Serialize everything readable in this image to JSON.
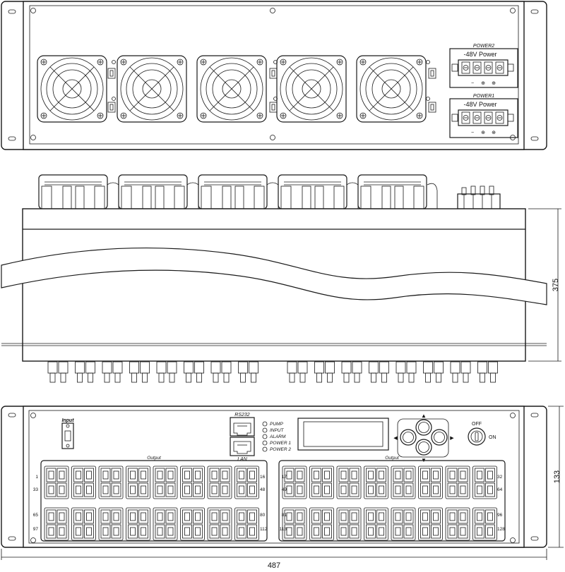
{
  "colors": {
    "line": "#1a1a1a",
    "background": "#ffffff"
  },
  "top_view": {
    "power2_label": "POWER2",
    "power2_title": "-48V Power",
    "power1_label": "POWER1",
    "power1_title": "-48V Power",
    "terminal_symbols": [
      "−",
      "⊕",
      "⊕"
    ],
    "fan_count": 5
  },
  "side_view": {
    "height_dimension": "375"
  },
  "front_view": {
    "input_label": "Input",
    "rs232_label": "RS232",
    "lan_label": "LAN",
    "leds": [
      "PUMP",
      "INPUT",
      "ALARM",
      "POWER 1",
      "POWER 2"
    ],
    "nav_arrows": {
      "up": "▲",
      "down": "▼",
      "left": "◀",
      "right": "▶"
    },
    "switch_off": "OFF",
    "switch_on": "ON",
    "output_label_left": "Output",
    "output_label_right": "Output",
    "left_row_numbers": [
      "1",
      "33",
      "65",
      "97"
    ],
    "left_row_end_numbers": [
      "16",
      "48",
      "80",
      "112"
    ],
    "right_row_numbers": [
      "17",
      "49",
      "81",
      "113"
    ],
    "right_row_end_numbers": [
      "32",
      "64",
      "96",
      "128"
    ],
    "height_dimension": "133",
    "width_dimension": "487"
  }
}
